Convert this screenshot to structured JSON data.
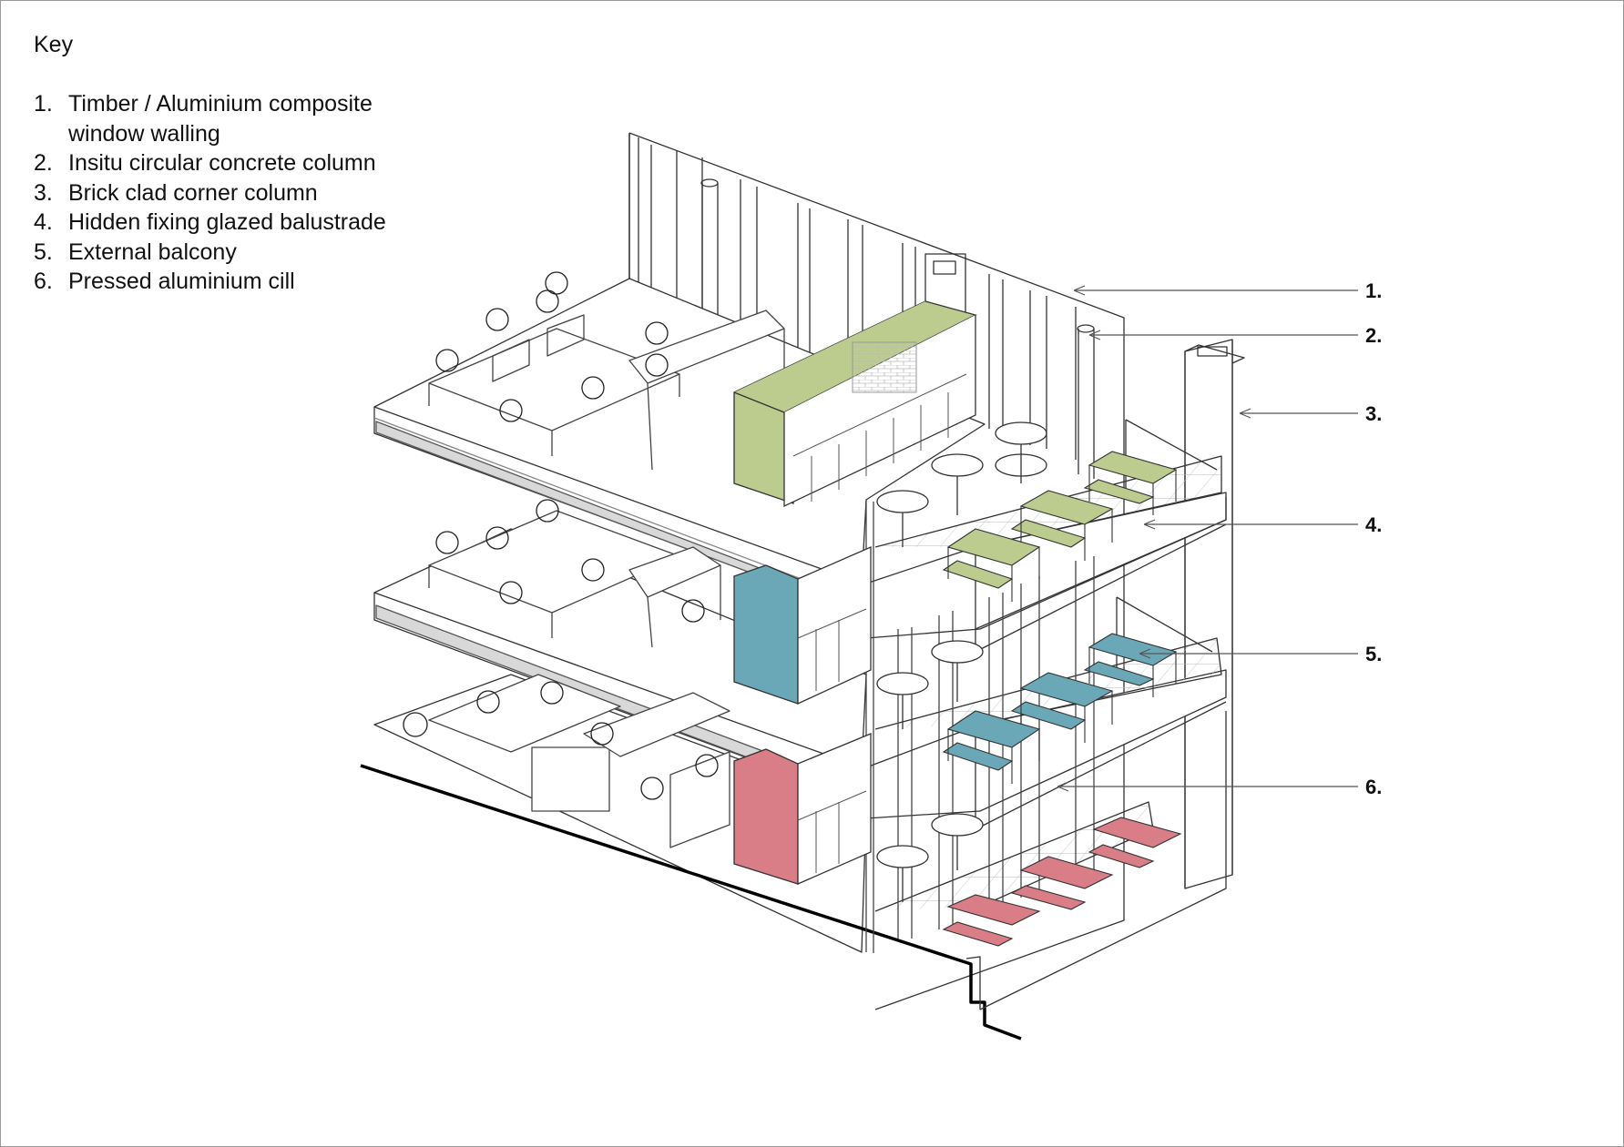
{
  "key": {
    "title": "Key",
    "items": [
      {
        "num": "1.",
        "text": "Timber / Aluminium composite window walling"
      },
      {
        "num": "2.",
        "text": "Insitu circular concrete column"
      },
      {
        "num": "3.",
        "text": "Brick clad corner column"
      },
      {
        "num": "4.",
        "text": "Hidden fixing glazed balustrade"
      },
      {
        "num": "5.",
        "text": "External balcony"
      },
      {
        "num": "6.",
        "text": "Pressed aluminium cill"
      }
    ]
  },
  "callouts": {
    "c1": "1.",
    "c2": "2.",
    "c3": "3.",
    "c4": "4.",
    "c5": "5.",
    "c6": "6."
  },
  "colors": {
    "line": "#333333",
    "green": "#bccb8e",
    "blue": "#6aa8b7",
    "pink": "#d97d86",
    "slab_edge": "#d8d8d8"
  }
}
